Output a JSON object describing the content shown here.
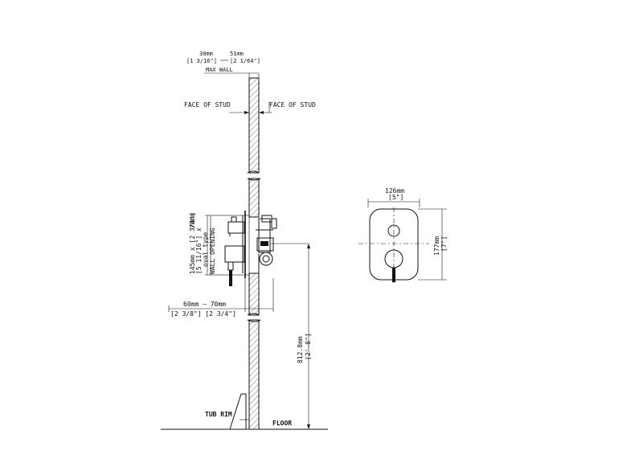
{
  "labels": {
    "wall_30": "30mm",
    "wall_51": "51mm",
    "wall_30_in": "[1 3/16\"]",
    "wall_51_in": "[2 1/64\"]",
    "max_wall": "MAX WALL",
    "face_of_stud_left": "FACE OF STUD",
    "face_of_stud_right": "FACE OF STUD",
    "opening_70mm": "70mm",
    "opening_line1": "145mm x [2 3/4\"]",
    "opening_line2": "[5 11/16\"] x",
    "opening_line3": "oval type",
    "opening_line4": "WALL OPENING",
    "depth_mm": "60mm — 70mm",
    "depth_in": "[2 3/8\"] [2 3/4\"]",
    "height_mm": "812.8mm",
    "height_in": "[2'-8\"]",
    "tub_rim": "TUB RIM",
    "floor": "FLOOR",
    "plate_width_mm": "126mm",
    "plate_width_in": "[5\"]",
    "plate_height_mm": "177mm",
    "plate_height_in": "[7\"]"
  }
}
